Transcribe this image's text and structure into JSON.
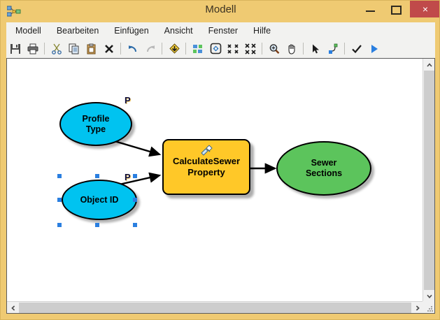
{
  "window": {
    "title": "Modell",
    "app_icon": "modelbuilder-icon",
    "controls": {
      "minimize": "minimize-icon",
      "maximize": "maximize-icon",
      "close": "×"
    },
    "colors": {
      "titlebar": "#efca72",
      "close_button": "#c04a4a",
      "chrome": "#f2f2f0",
      "canvas": "#ffffff"
    }
  },
  "menu": {
    "items": [
      {
        "label": "Modell",
        "name": "menu-modell"
      },
      {
        "label": "Bearbeiten",
        "name": "menu-bearbeiten"
      },
      {
        "label": "Einfügen",
        "name": "menu-einfuegen"
      },
      {
        "label": "Ansicht",
        "name": "menu-ansicht"
      },
      {
        "label": "Fenster",
        "name": "menu-fenster"
      },
      {
        "label": "Hilfe",
        "name": "menu-hilfe"
      }
    ]
  },
  "toolbar": {
    "buttons": [
      {
        "icon": "save-icon"
      },
      {
        "icon": "print-icon"
      },
      {
        "icon": "cut-icon"
      },
      {
        "icon": "copy-icon"
      },
      {
        "icon": "paste-icon"
      },
      {
        "icon": "delete-icon"
      },
      {
        "icon": "undo-icon"
      },
      {
        "icon": "redo-icon"
      },
      {
        "icon": "auto-layout-icon"
      },
      {
        "icon": "model-elements-icon"
      },
      {
        "icon": "full-extent-icon"
      },
      {
        "icon": "zoom-in-extent-icon"
      },
      {
        "icon": "zoom-out-extent-icon"
      },
      {
        "icon": "zoom-tool-icon"
      },
      {
        "icon": "pan-hand-icon"
      },
      {
        "icon": "select-pointer-icon"
      },
      {
        "icon": "connect-icon"
      },
      {
        "icon": "validate-check-icon"
      },
      {
        "icon": "run-play-icon"
      }
    ]
  },
  "diagram": {
    "nodes": [
      {
        "id": "profile-type",
        "name": "node-profile-type",
        "label": "Profile\nType",
        "label_line1": "Profile",
        "label_line2": "Type",
        "shape": "ellipse",
        "color": "#00c3f0",
        "parameter_marker": "P",
        "selected": false
      },
      {
        "id": "object-id",
        "name": "node-object-id",
        "label": "Object ID",
        "label_line1": "Object ID",
        "label_line2": "",
        "shape": "ellipse",
        "color": "#00c3f0",
        "parameter_marker": "P",
        "selected": true
      },
      {
        "id": "calculate-sewer-property",
        "name": "node-calculate-sewer-property",
        "label": "CalculateSewer Property",
        "label_line1": "CalculateSewer",
        "label_line2": "Property",
        "shape": "rounded-rect",
        "color": "#ffc828",
        "icon": "script-tool-icon",
        "selected": false
      },
      {
        "id": "sewer-sections",
        "name": "node-sewer-sections",
        "label": "Sewer Sections",
        "label_line1": "Sewer",
        "label_line2": "Sections",
        "shape": "ellipse",
        "color": "#5cc45c",
        "selected": false
      }
    ],
    "connections": [
      {
        "from": "profile-type",
        "to": "calculate-sewer-property"
      },
      {
        "from": "object-id",
        "to": "calculate-sewer-property"
      },
      {
        "from": "calculate-sewer-property",
        "to": "sewer-sections"
      }
    ]
  },
  "scrollbars": {
    "vertical": {
      "up": "▲",
      "down": "▼"
    },
    "horizontal": {
      "left": "◀",
      "right": "▶"
    }
  }
}
